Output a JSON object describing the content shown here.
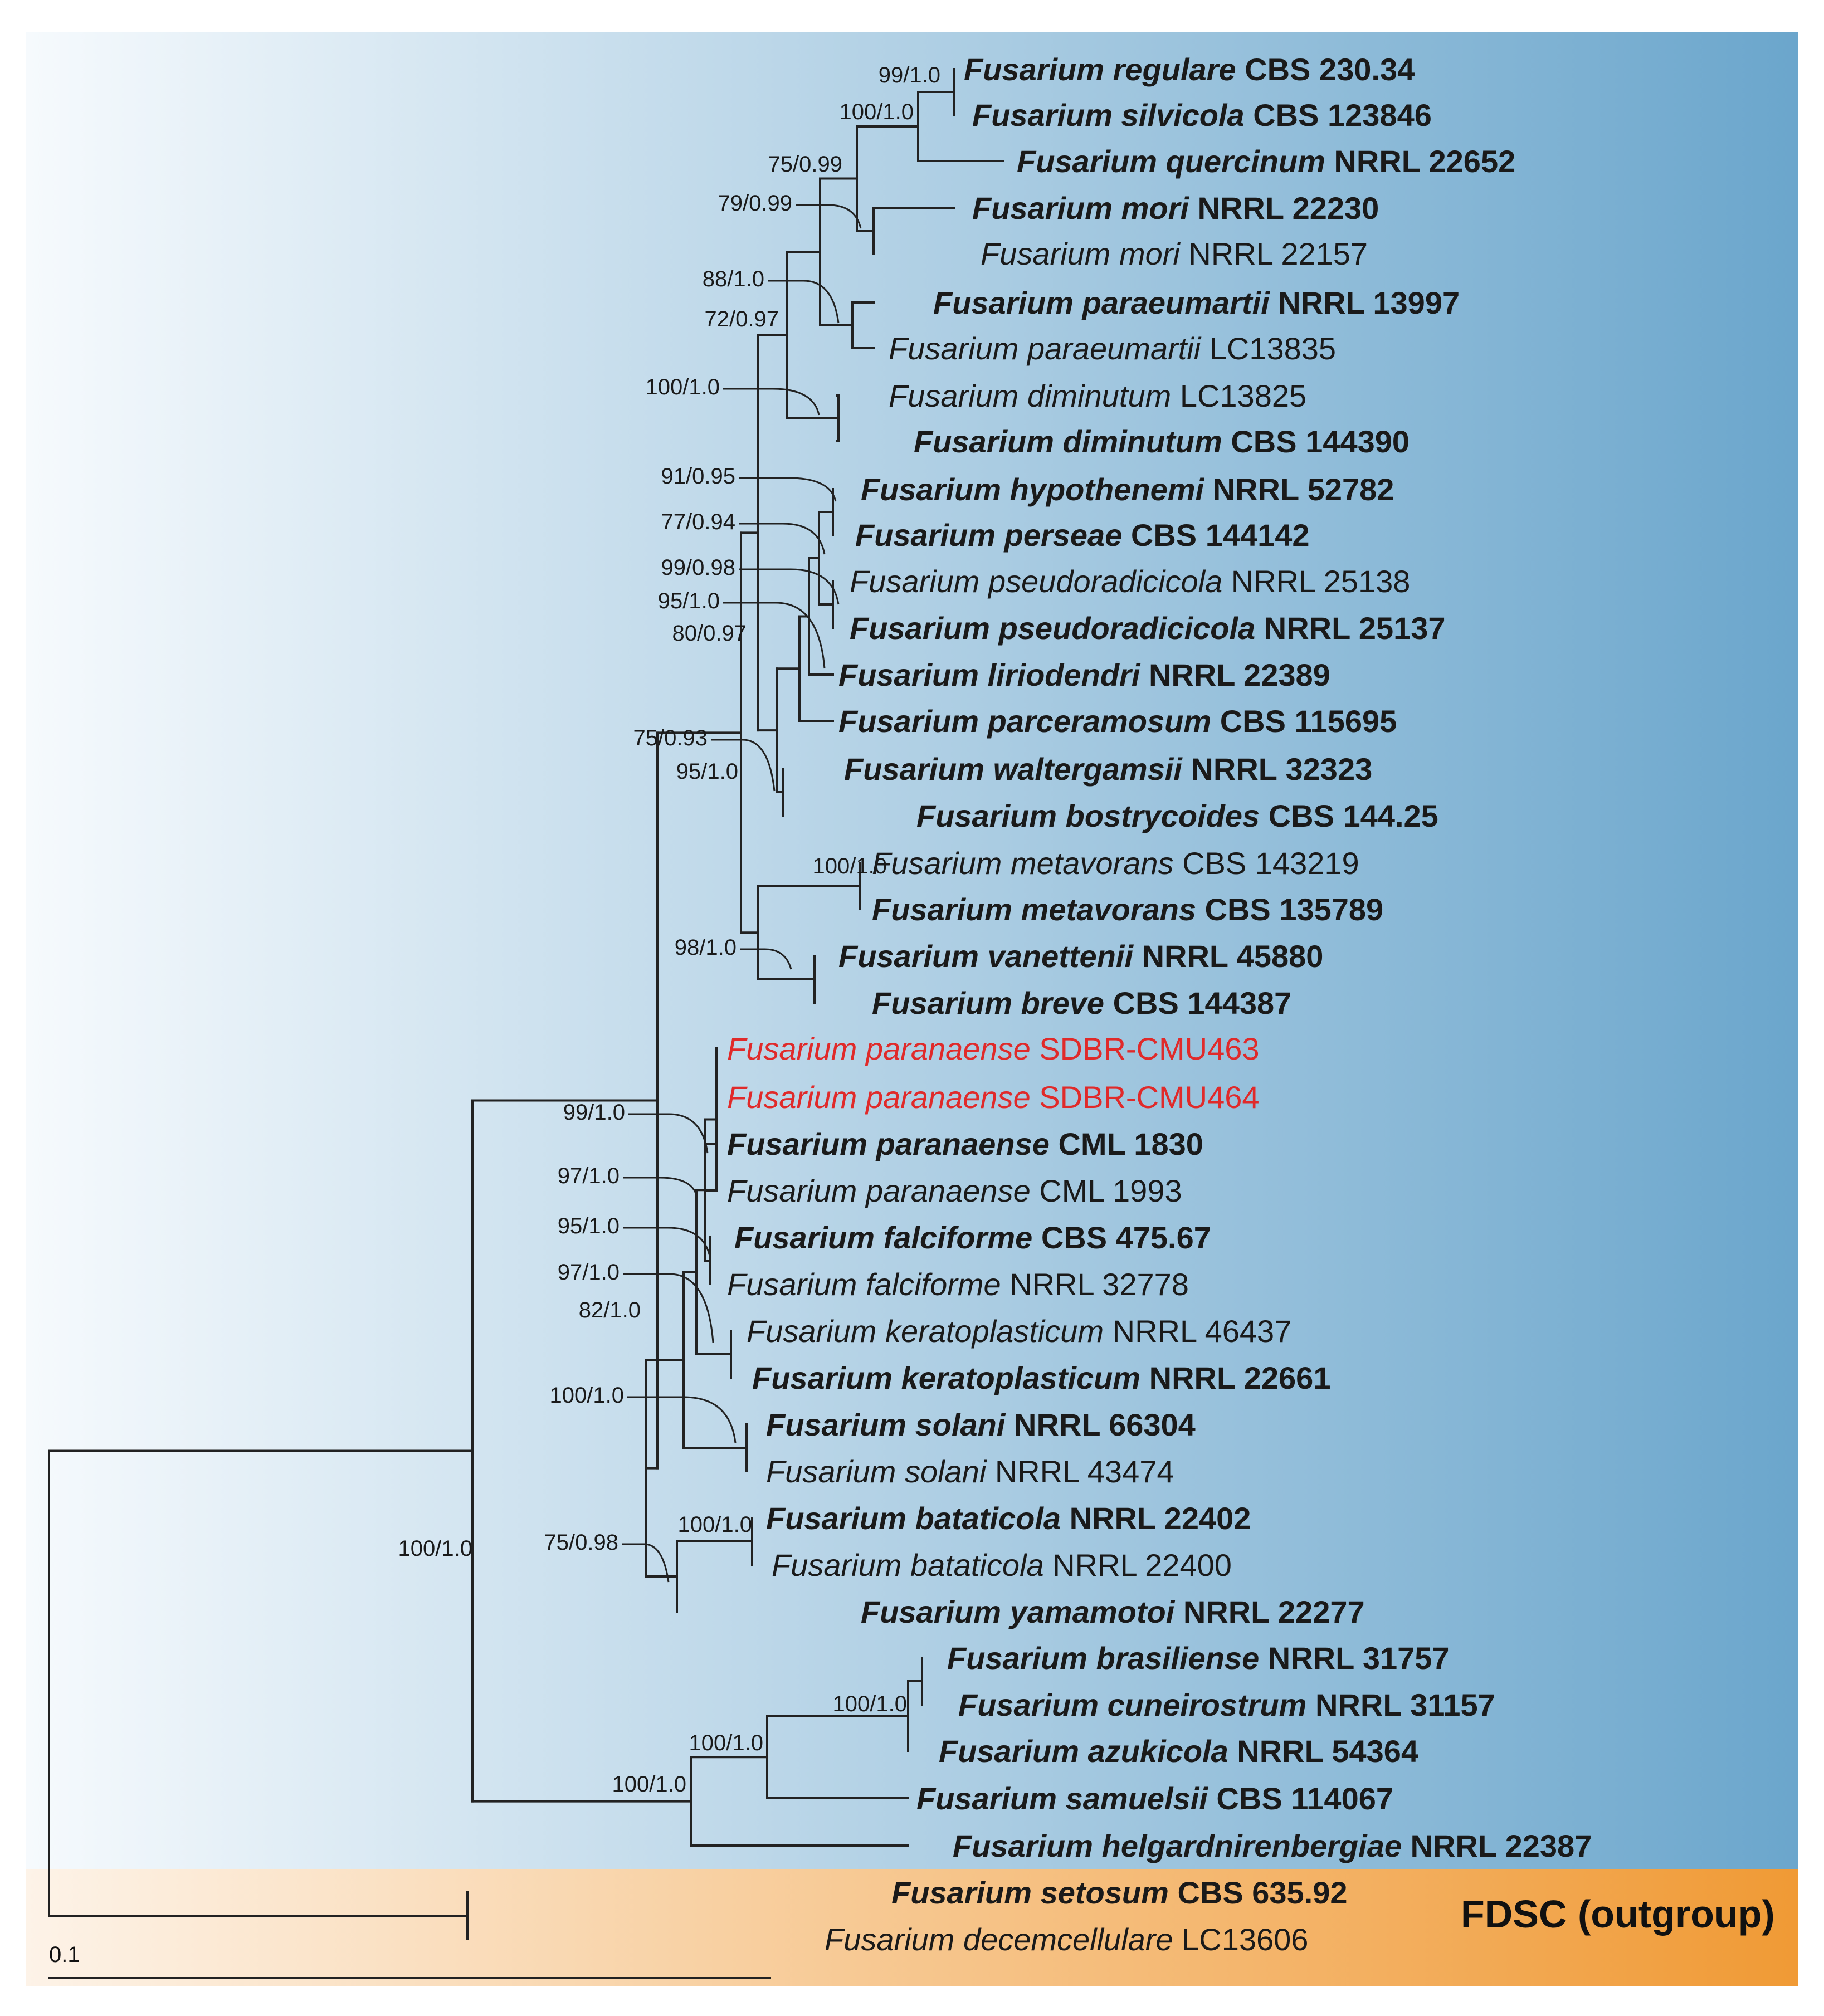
{
  "colors": {
    "main_gradient_start": "#f6fafd",
    "main_gradient_end": "#6ba6cc",
    "outgroup_gradient_start": "#fdf3e8",
    "outgroup_gradient_end": "#f09a35",
    "highlight_text": "#e02a2a",
    "branch": "#222222"
  },
  "outgroup_label": "FDSC (outgroup)",
  "scale_bar": {
    "label": "0.1"
  },
  "taxa": [
    {
      "genus": "Fusarium",
      "species": "regulare",
      "strain": "CBS 230.34",
      "style": "bold"
    },
    {
      "genus": "Fusarium",
      "species": "silvicola",
      "strain": "CBS 123846",
      "style": "bold"
    },
    {
      "genus": "Fusarium",
      "species": "quercinum",
      "strain": "NRRL 22652",
      "style": "bold"
    },
    {
      "genus": "Fusarium",
      "species": "mori",
      "strain": "NRRL 22230",
      "style": "bold"
    },
    {
      "genus": "Fusarium",
      "species": "mori",
      "strain": "NRRL 22157",
      "style": "normal"
    },
    {
      "genus": "Fusarium",
      "species": "paraeumartii",
      "strain": "NRRL 13997",
      "style": "bold"
    },
    {
      "genus": "Fusarium",
      "species": "paraeumartii",
      "strain": "LC13835",
      "style": "normal"
    },
    {
      "genus": "Fusarium",
      "species": "diminutum",
      "strain": "LC13825",
      "style": "normal"
    },
    {
      "genus": "Fusarium",
      "species": "diminutum",
      "strain": "CBS 144390",
      "style": "bold"
    },
    {
      "genus": "Fusarium",
      "species": "hypothenemi",
      "strain": "NRRL 52782",
      "style": "bold"
    },
    {
      "genus": "Fusarium",
      "species": "perseae",
      "strain": "CBS 144142",
      "style": "bold"
    },
    {
      "genus": "Fusarium",
      "species": "pseudoradicicola",
      "strain": "NRRL 25138",
      "style": "normal"
    },
    {
      "genus": "Fusarium",
      "species": "pseudoradicicola",
      "strain": "NRRL 25137",
      "style": "bold"
    },
    {
      "genus": "Fusarium",
      "species": "liriodendri",
      "strain": "NRRL 22389",
      "style": "bold"
    },
    {
      "genus": "Fusarium",
      "species": "parceramosum",
      "strain": "CBS 115695",
      "style": "bold"
    },
    {
      "genus": "Fusarium",
      "species": "waltergamsii",
      "strain": "NRRL 32323",
      "style": "bold"
    },
    {
      "genus": "Fusarium",
      "species": "bostrycoides",
      "strain": "CBS 144.25",
      "style": "bold"
    },
    {
      "genus": "Fusarium",
      "species": "metavorans",
      "strain": "CBS 143219",
      "style": "normal"
    },
    {
      "genus": "Fusarium",
      "species": "metavorans",
      "strain": "CBS 135789",
      "style": "bold"
    },
    {
      "genus": "Fusarium",
      "species": "vanettenii",
      "strain": "NRRL 45880",
      "style": "bold"
    },
    {
      "genus": "Fusarium",
      "species": "breve",
      "strain": "CBS 144387",
      "style": "bold"
    },
    {
      "genus": "Fusarium",
      "species": "paranaense",
      "strain": "SDBR-CMU463",
      "style": "red"
    },
    {
      "genus": "Fusarium",
      "species": "paranaense",
      "strain": "SDBR-CMU464",
      "style": "red"
    },
    {
      "genus": "Fusarium",
      "species": "paranaense",
      "strain": "CML 1830",
      "style": "bold"
    },
    {
      "genus": "Fusarium",
      "species": "paranaense",
      "strain": "CML 1993",
      "style": "normal"
    },
    {
      "genus": "Fusarium",
      "species": "falciforme",
      "strain": "CBS 475.67",
      "style": "bold"
    },
    {
      "genus": "Fusarium",
      "species": "falciforme",
      "strain": "NRRL 32778",
      "style": "normal"
    },
    {
      "genus": "Fusarium",
      "species": "keratoplasticum",
      "strain": "NRRL 46437",
      "style": "normal"
    },
    {
      "genus": "Fusarium",
      "species": "keratoplasticum",
      "strain": "NRRL 22661",
      "style": "bold"
    },
    {
      "genus": "Fusarium",
      "species": "solani",
      "strain": "NRRL 66304",
      "style": "bold"
    },
    {
      "genus": "Fusarium",
      "species": "solani",
      "strain": "NRRL 43474",
      "style": "normal"
    },
    {
      "genus": "Fusarium",
      "species": "bataticola",
      "strain": "NRRL 22402",
      "style": "bold"
    },
    {
      "genus": "Fusarium",
      "species": "bataticola",
      "strain": "NRRL 22400",
      "style": "normal"
    },
    {
      "genus": "Fusarium",
      "species": "yamamotoi",
      "strain": "NRRL 22277",
      "style": "bold"
    },
    {
      "genus": "Fusarium",
      "species": "brasiliense",
      "strain": "NRRL 31757",
      "style": "bold"
    },
    {
      "genus": "Fusarium",
      "species": "cuneirostrum",
      "strain": "NRRL 31157",
      "style": "bold"
    },
    {
      "genus": "Fusarium",
      "species": "azukicola",
      "strain": "NRRL 54364",
      "style": "bold"
    },
    {
      "genus": "Fusarium",
      "species": "samuelsii",
      "strain": "CBS 114067",
      "style": "bold"
    },
    {
      "genus": "Fusarium",
      "species": "helgardnirenbergiae",
      "strain": "NRRL 22387",
      "style": "bold"
    },
    {
      "genus": "Fusarium",
      "species": "setosum",
      "strain": "CBS 635.92",
      "style": "bold"
    },
    {
      "genus": "Fusarium",
      "species": "decemcellulare",
      "strain": "LC13606",
      "style": "normal"
    }
  ],
  "support_values": [
    "99/1.0",
    "100/1.0",
    "75/0.99",
    "79/0.99",
    "88/1.0",
    "72/0.97",
    "100/1.0",
    "91/0.95",
    "77/0.94",
    "99/0.98",
    "95/1.0",
    "80/0.97",
    "75/0.93",
    "95/1.0",
    "100/1.0",
    "98/1.0",
    "99/1.0",
    "97/1.0",
    "95/1.0",
    "97/1.0",
    "82/1.0",
    "100/1.0",
    "100/1.0",
    "75/0.98",
    "100/1.0",
    "100/1.0",
    "100/1.0",
    "100/1.0"
  ]
}
